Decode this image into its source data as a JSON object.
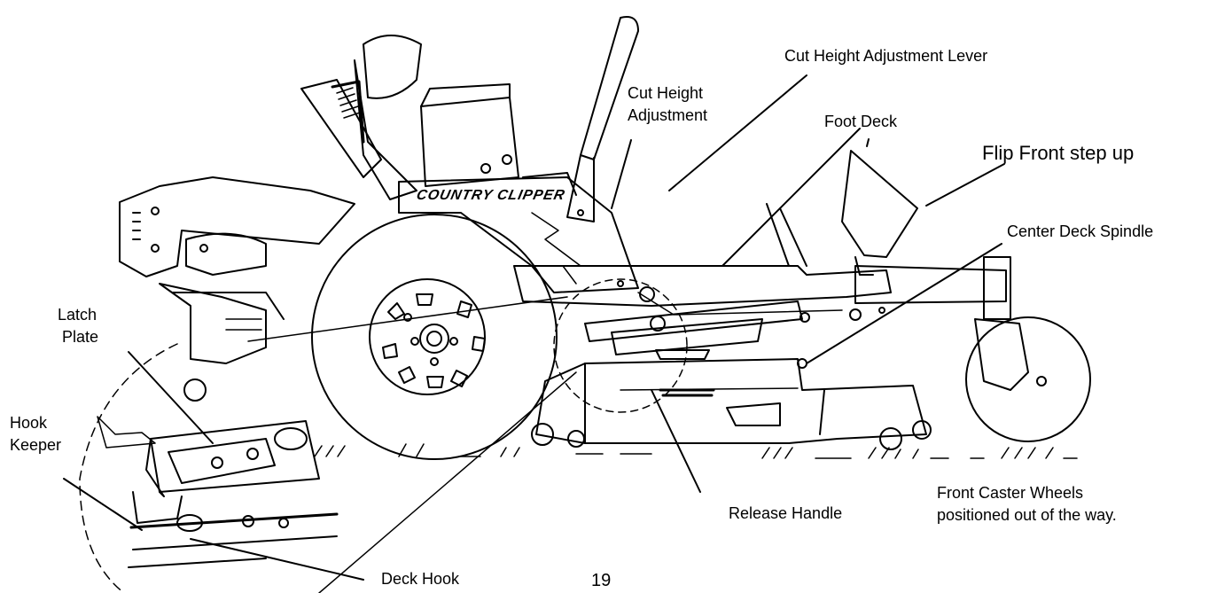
{
  "labels": {
    "cut_height_adjustment_lever": "Cut Height Adjustment Lever",
    "cut_height_adjustment_line1": "Cut Height",
    "cut_height_adjustment_line2": "Adjustment",
    "foot_deck": "Foot Deck",
    "flip_front_step_up": "Flip Front step up",
    "center_deck_spindle": "Center Deck Spindle",
    "latch_plate_line1": "Latch",
    "latch_plate_line2": "Plate",
    "hook_keeper_line1": "Hook",
    "hook_keeper_line2": "Keeper",
    "release_handle": "Release Handle",
    "front_caster_line1": "Front Caster Wheels",
    "front_caster_line2": "positioned out of the way.",
    "deck_hook": "Deck Hook"
  },
  "brand_logo": "COUNTRY CLIPPER",
  "page_number": "19"
}
